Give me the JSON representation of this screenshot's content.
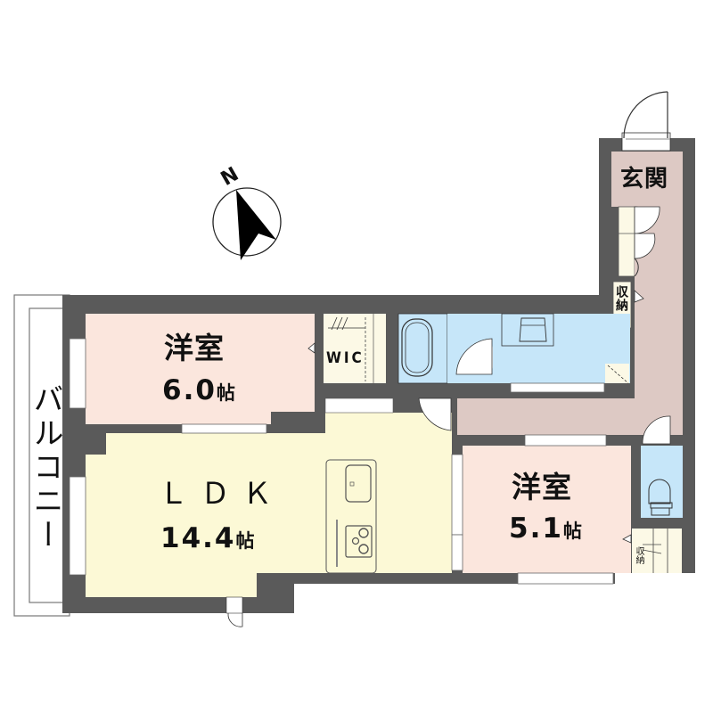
{
  "floorplan": {
    "compass": {
      "label": "N",
      "icon": "north-arrow-icon"
    },
    "colors": {
      "wall": "#5a5a5a",
      "western_room": "#fbe6dd",
      "ldk": "#fcf9d6",
      "wet_area": "#c6e6f9",
      "hallway": "#ddc9c4",
      "storage": "#fcf9e6",
      "balcony": "#ffffff"
    },
    "rooms": {
      "bedroom1": {
        "name": "洋室",
        "size": "6.0",
        "unit": "帖"
      },
      "ldk": {
        "name": "ＬＤＫ",
        "size": "14.4",
        "unit": "帖"
      },
      "bedroom2": {
        "name": "洋室",
        "size": "5.1",
        "unit": "帖"
      },
      "entrance": {
        "name": "玄関"
      },
      "wic": {
        "name": "WIC"
      },
      "hall_storage": {
        "name": "収納"
      },
      "bedroom2_storage": {
        "name": "収納"
      },
      "balcony": {
        "name": "バルコニー"
      }
    },
    "fixtures": [
      "bathtub",
      "washbasin",
      "washing-machine-space",
      "toilet",
      "kitchen-sink",
      "stove-3-burner",
      "shoe-cabinet"
    ]
  }
}
